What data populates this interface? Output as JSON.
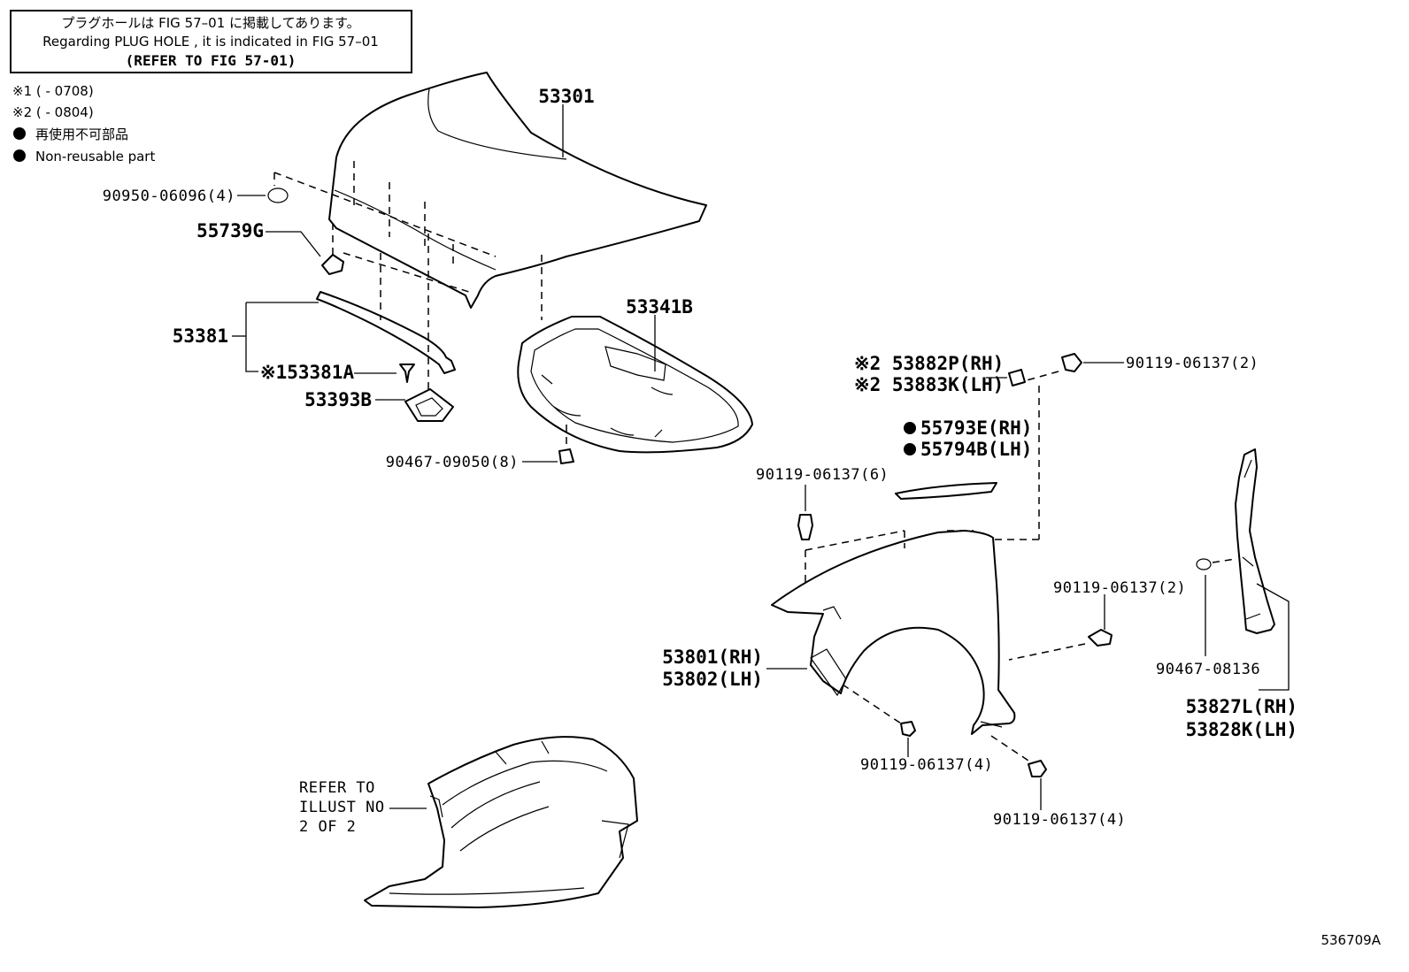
{
  "notice": {
    "line1": "プラグホールは FIG 57–01 に掲載してあります。",
    "line2": "Regarding PLUG HOLE , it is indicated in FIG 57–01",
    "line3": "(REFER TO FIG 57-01)"
  },
  "legend": {
    "note1": "※1 (     - 0708)",
    "note2": "※2 (     - 0804)",
    "nonreuse_jp": "再使用不可部品",
    "nonreuse_en": "Non-reusable part"
  },
  "labels": {
    "hood": "53301",
    "plug": "90950-06096(4)",
    "cushion": "55739G",
    "seal": "53381",
    "seal_sub": "※153381A",
    "cover": "53393B",
    "insulator": "53341B",
    "clip": "90467-09050(8)",
    "bracket_rh": "※2 53882P(RH)",
    "bracket_lh": "※2 53883K(LH)",
    "bolt_top": "90119-06137(2)",
    "seal_rh": "55793E(RH)",
    "seal_lh": "55794B(LH)",
    "bolt_6": "90119-06137(6)",
    "bolt_right": "90119-06137(2)",
    "clip_right": "90467-08136",
    "fender_rh": "53801(RH)",
    "fender_lh": "53802(LH)",
    "side_rh": "53827L(RH)",
    "side_lh": "53828K(LH)",
    "bolt_4a": "90119-06137(4)",
    "bolt_4b": "90119-06137(4)",
    "refer1": "REFER TO",
    "refer2": "ILLUST NO",
    "refer3": "2 OF 2",
    "drawing_id": "536709A"
  }
}
